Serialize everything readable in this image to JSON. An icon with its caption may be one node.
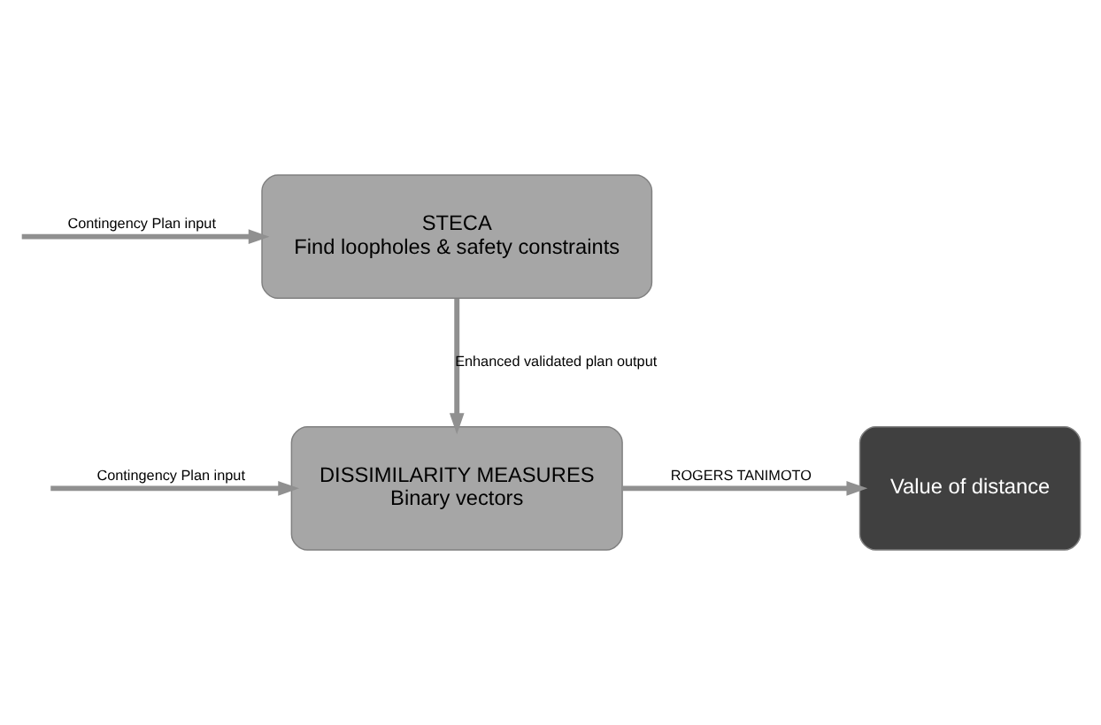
{
  "diagram": {
    "nodes": [
      {
        "text": [
          "STECA",
          "Find loopholes & safety constraints"
        ]
      },
      {
        "text": [
          "DISSIMILARITY MEASURES",
          "Binary vectors"
        ]
      },
      {
        "text": [
          "Value of distance"
        ]
      }
    ],
    "edges": [
      {
        "from": null,
        "to": 0,
        "arrow": "to",
        "label": "Contingency Plan input"
      },
      {
        "from": 0,
        "to": 1,
        "arrow": "to",
        "label": "Enhanced validated plan output"
      },
      {
        "from": null,
        "to": 1,
        "arrow": "to",
        "label": "Contingency Plan input"
      },
      {
        "from": 1,
        "to": 2,
        "arrow": "to",
        "label": "ROGERS TANIMOTO"
      }
    ]
  }
}
